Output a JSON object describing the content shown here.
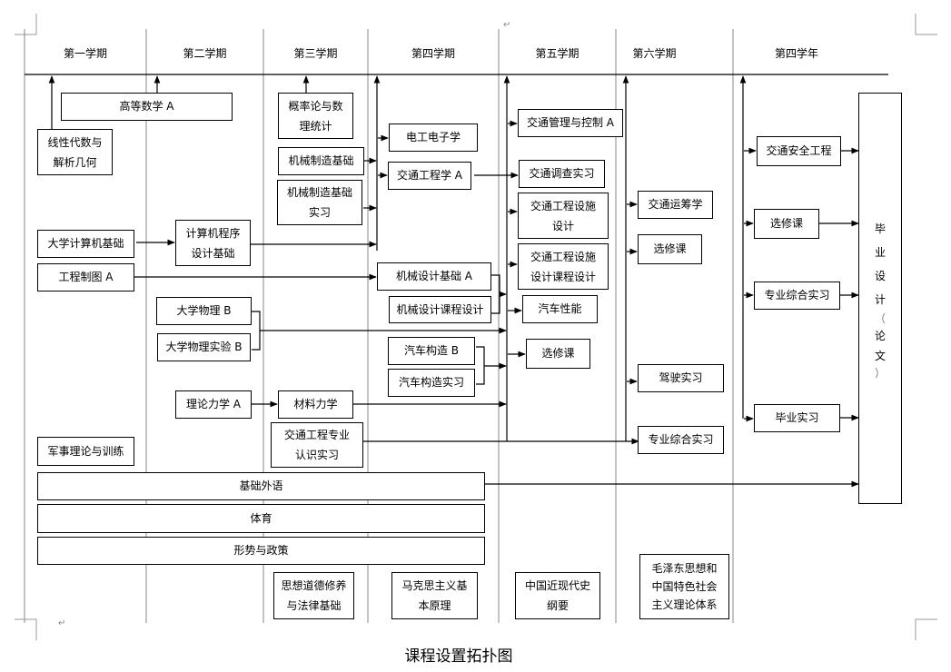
{
  "diagram": {
    "title": "课程设置拓扑图",
    "columns": [
      {
        "id": "s1",
        "label": "第一学期"
      },
      {
        "id": "s2",
        "label": "第二学期"
      },
      {
        "id": "s3",
        "label": "第三学期"
      },
      {
        "id": "s4",
        "label": "第四学期"
      },
      {
        "id": "s5",
        "label": "第五学期"
      },
      {
        "id": "s6",
        "label": "第六学期"
      },
      {
        "id": "y4",
        "label": "第四学年"
      }
    ],
    "nodes": {
      "gdsx": "高等数学 A",
      "xxds": "线性代数与\n解析几何",
      "dxjsj": "大学计算机基础",
      "gczt": "工程制图 A",
      "jsjcx": "计算机程序\n设计基础",
      "dxwl": "大学物理 B",
      "dxwlsy": "大学物理实验 B",
      "lllx": "理论力学 A",
      "jsll": "军事理论与训练",
      "gll": "概率论与数\n理统计",
      "jxzz": "机械制造基础",
      "jxzzsx": "机械制造基础\n实习",
      "cllx": "材料力学",
      "jtrs": "交通工程专业\n认识实习",
      "dgdz": "电工电子学",
      "jtgc": "交通工程学 A",
      "jxsj": "机械设计基础 A",
      "jxkc": "机械设计课程设计",
      "qcgz": "汽车构造 B",
      "qcgzsx": "汽车构造实习",
      "jtgl": "交通管理与控制 A",
      "jtdc": "交通调查实习",
      "sssj": "交通工程设施\n设计",
      "sskc": "交通工程设施\n设计课程设计",
      "qcxn": "汽车性能",
      "xxk5": "选修课",
      "jtyc": "交通运筹学",
      "xxk6": "选修课",
      "jssx": "驾驶实习",
      "zysx6": "专业综合实习",
      "jtaq": "交通安全工程",
      "xxk7": "选修课",
      "zysx7": "专业综合实习",
      "bysx": "毕业实习",
      "bysj": [
        "毕",
        "业",
        "设",
        "计",
        "（",
        "论",
        "文",
        "）"
      ],
      "jcwy": "基础外语",
      "ty": "体育",
      "xszc": "形势与政策",
      "sxdd": "思想道德修养\n与法律基础",
      "mkss": "马克思主义基\n本原理",
      "zgjxd": "中国近现代史\n纲要",
      "mzd": "毛泽东思想和\n中国特色社会\n主义理论体系"
    },
    "edges": [
      [
        "dxjsj",
        "jsjcx"
      ],
      [
        "lllx",
        "cllx"
      ],
      [
        "jtgc",
        "jtdc"
      ],
      [
        "jsjcx",
        "s4-bus"
      ],
      [
        "jxzz",
        "s4-bus"
      ],
      [
        "jxzzsx",
        "s4-bus"
      ],
      [
        "gczt",
        "jxsj"
      ],
      [
        "s4-bus",
        "dgdz"
      ],
      [
        "s4-bus",
        "jtgc"
      ],
      [
        "dxwl",
        "s5-bus"
      ],
      [
        "dxwlsy",
        "s5-bus"
      ],
      [
        "jxsj",
        "s5-bus"
      ],
      [
        "jxkc",
        "s5-bus"
      ],
      [
        "qcgz",
        "s5-bus"
      ],
      [
        "qcgzsx",
        "s5-bus"
      ],
      [
        "cllx",
        "s5-bus"
      ],
      [
        "s5-bus",
        "jtgl"
      ],
      [
        "s5-bus",
        "sssj"
      ],
      [
        "s5-bus",
        "sskc"
      ],
      [
        "s5-bus",
        "qcxn"
      ],
      [
        "s5-bus",
        "xxk5"
      ],
      [
        "jtrs",
        "zysx6"
      ],
      [
        "s6-bus",
        "jtyc"
      ],
      [
        "s6-bus",
        "xxk6"
      ],
      [
        "s6-bus",
        "jssx"
      ],
      [
        "y4-bus",
        "jtaq"
      ],
      [
        "y4-bus",
        "xxk7"
      ],
      [
        "y4-bus",
        "zysx7"
      ],
      [
        "y4-bus",
        "bysx"
      ],
      [
        "jtaq",
        "bysj"
      ],
      [
        "xxk7",
        "bysj"
      ],
      [
        "zysx7",
        "bysj"
      ],
      [
        "bysx",
        "bysj"
      ],
      [
        "jcwy",
        "bysj"
      ]
    ]
  }
}
